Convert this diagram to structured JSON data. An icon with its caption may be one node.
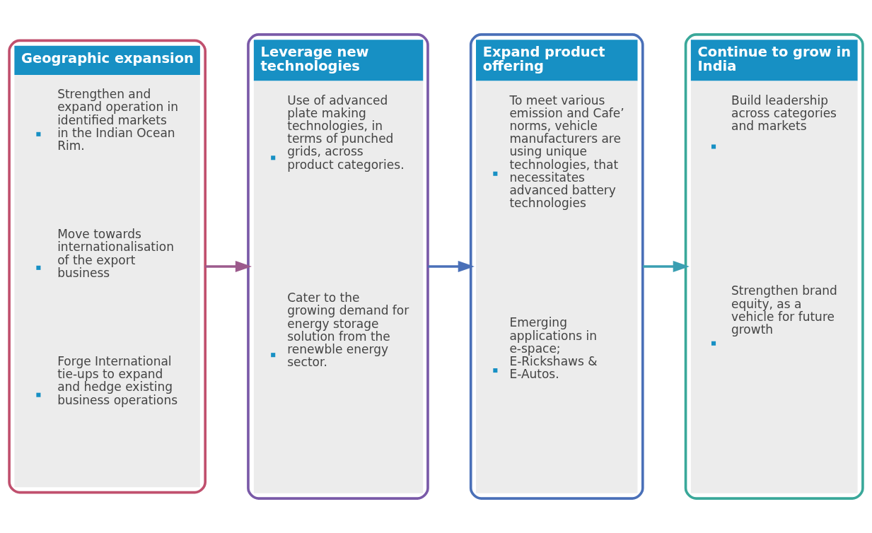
{
  "diagram": {
    "nodes": [
      {
        "text": [
          "Geographic expansion",
          "Strengthen and expand operation in identified markets in the Indian Ocean Rim.",
          "Move towards internationalisation of the export business",
          "Forge International tie-ups to expand and hedge existing business operations"
        ]
      },
      {
        "text": [
          "Leverage new technologies",
          "Use of advanced plate making technologies, in terms of punched grids, across product categories.",
          "Cater to the growing demand for energy storage solution from the renewble energy sector."
        ]
      },
      {
        "text": [
          "Expand product offering",
          "To meet various emission and Cafe’ norms, vehicle manufacturers are using unique technologies, that necessitates advanced battery technologies",
          "Emerging applications in e-space; E-Rickshaws & E-Autos."
        ]
      },
      {
        "text": [
          "Continue to grow in India",
          "Build leadership across categories and markets",
          "Strengthen brand equity, as a vehicle for future growth"
        ]
      }
    ],
    "edges": [
      {
        "from": 0,
        "to": 1,
        "arrow": "to",
        "color": "#9c5a8c"
      },
      {
        "from": 1,
        "to": 2,
        "arrow": "to",
        "color": "#4a70b8"
      },
      {
        "from": 2,
        "to": 3,
        "arrow": "to",
        "color": "#3a9fb2"
      }
    ]
  }
}
